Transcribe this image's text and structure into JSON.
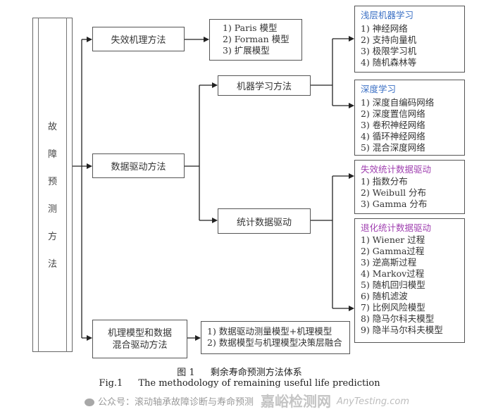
{
  "root": {
    "chars": [
      "故",
      "障",
      "预",
      "测",
      "方",
      "法"
    ]
  },
  "level1": {
    "mechanism": "失效机理方法",
    "data_driven": "数据驱动方法",
    "hybrid_line1": "机理模型和数据",
    "hybrid_line2": "混合驱动方法"
  },
  "level2": {
    "machine_learning": "机器学习方法",
    "statistical": "统计数据驱动"
  },
  "mechanism_models": [
    "1) Paris 模型",
    "2) Forman 模型",
    "3) 扩展模型"
  ],
  "shallow_ml": {
    "title": "浅层机器学习",
    "items": [
      "1) 神经网络",
      "2) 支持向量机",
      "3) 极限学习机",
      "4) 随机森林等"
    ]
  },
  "deep_learning": {
    "title": "深度学习",
    "items": [
      "1) 深度自编码网络",
      "2) 深度置信网络",
      "3) 卷积神经网络",
      "4) 循环神经网络",
      "5) 混合深度网络"
    ]
  },
  "failure_stat": {
    "title": "失效统计数据驱动",
    "items": [
      "1) 指数分布",
      "2) Weibull 分布",
      "3) Gamma 分布"
    ]
  },
  "degradation_stat": {
    "title": "退化统计数据驱动",
    "items": [
      "1) Wiener 过程",
      "2) Gamma过程",
      "3) 逆高斯过程",
      "4) Markov过程",
      "5) 随机回归模型",
      "6) 随机滤波",
      "7) 比例风险模型",
      "8) 隐马尔科夫模型",
      "9) 隐半马尔科夫模型"
    ]
  },
  "hybrid_methods": [
    "1) 数据驱动测量模型+机理模型",
    "2) 数据模型与机理模型决策层融合"
  ],
  "caption": {
    "cn_fig": "图 1",
    "cn_title": "剩余寿命预测方法体系",
    "en_fig": "Fig.1",
    "en_title": "The methodology of remaining useful life prediction"
  },
  "watermark": {
    "wechat": "公众号：滚动轴承故障诊断与寿命预测",
    "brand": "嘉峪检测网",
    "site": "AnyTesting.com"
  },
  "colors": {
    "blue_heading": "#3a6fc4",
    "purple_heading": "#a040b0",
    "line": "#222222",
    "box_border": "#555555"
  }
}
